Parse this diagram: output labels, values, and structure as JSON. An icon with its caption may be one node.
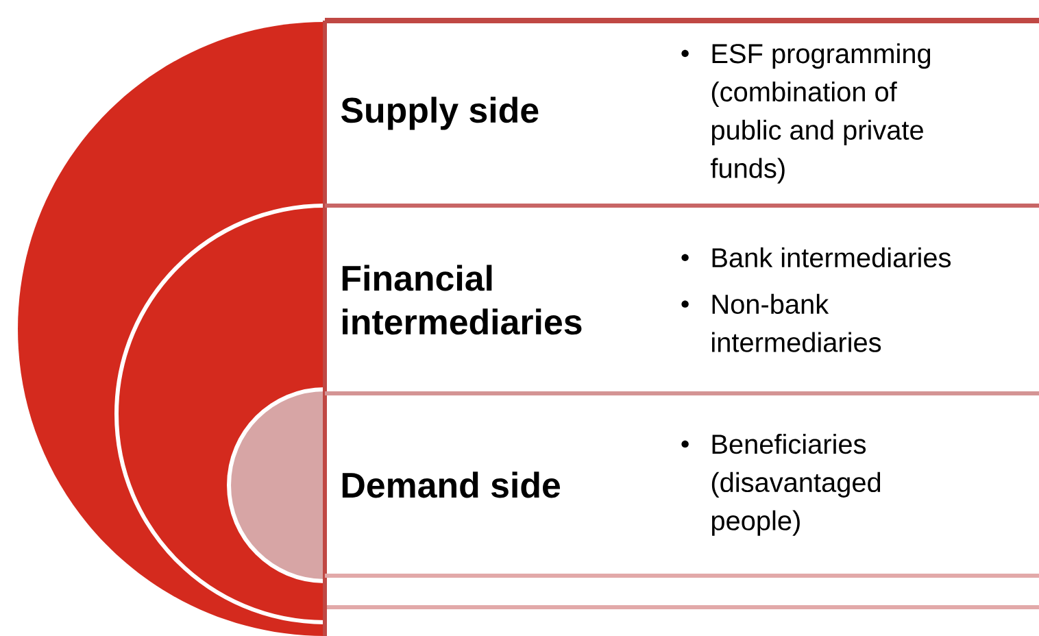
{
  "diagram": {
    "nodes": [
      {
        "text": [
          "Supply side",
          "ESF programming (combination of public and private funds)"
        ]
      },
      {
        "text": [
          "Financial intermediaries",
          "Bank intermediaries",
          "Non-bank intermediaries"
        ]
      },
      {
        "text": [
          "Demand side",
          "Beneficiaries (disavantaged people)"
        ]
      }
    ]
  }
}
